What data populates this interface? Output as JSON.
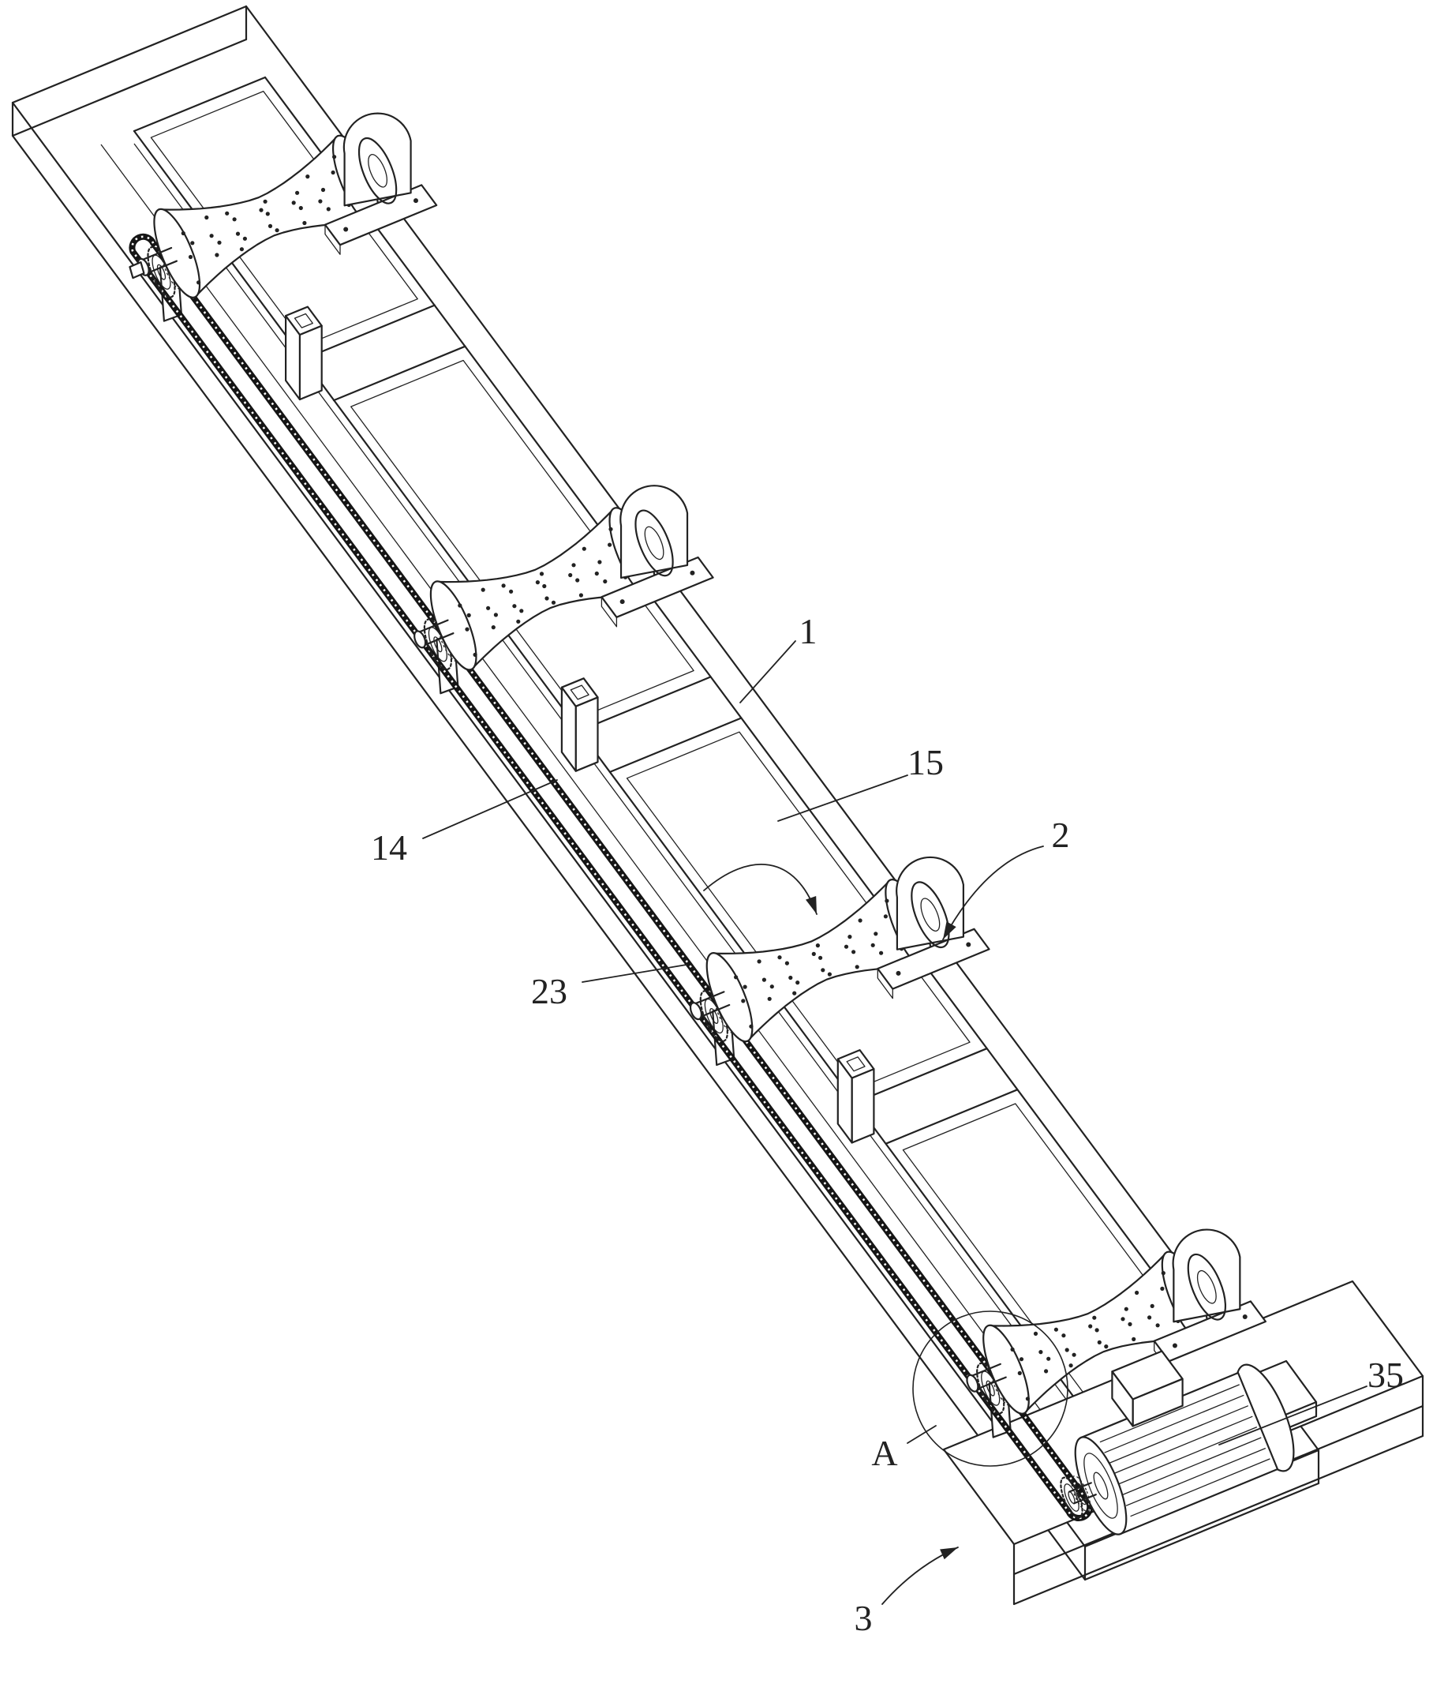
{
  "figure": {
    "background": "#ffffff",
    "ink": "#222222",
    "chain_ink": "#151515",
    "labels": [
      {
        "ref": "1"
      },
      {
        "ref": "15"
      },
      {
        "ref": "14"
      },
      {
        "ref": "2"
      },
      {
        "ref": "23"
      },
      {
        "ref": "A"
      },
      {
        "ref": "35"
      },
      {
        "ref": "3"
      }
    ]
  }
}
